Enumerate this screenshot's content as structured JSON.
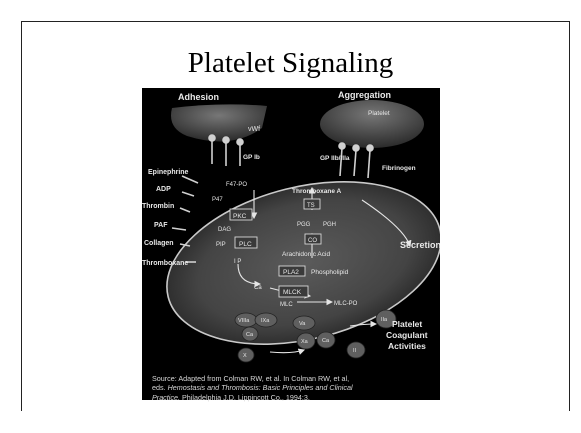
{
  "slide": {
    "title": "Platelet Signaling"
  },
  "diagram": {
    "headings": {
      "adhesion": "Adhesion",
      "aggregation": "Aggregation"
    },
    "receptors": {
      "vwf": "vWf",
      "gp_ib": "GP Ib",
      "platelet": "Platelet",
      "gp_iib_iiia": "GP IIb/IIIa",
      "fibrinogen": "Fibrinogen"
    },
    "agonists": [
      "Epinephrine",
      "ADP",
      "Thrombin",
      "PAF",
      "Collagen",
      "Thromboxane"
    ],
    "internal": {
      "f47_po4": "F47-PO",
      "p47": "P47",
      "pkc": "PKC",
      "dag": "DAG",
      "pip2": "PIP",
      "plc": "PLC",
      "ip3": "I P",
      "ca": "Ca",
      "thromboxane_a2": "Thromboxane A",
      "ts": "TS",
      "pgg2": "PGG",
      "pgh2": "PGH",
      "co": "CO",
      "arachidonic_acid": "Arachidonic Acid",
      "pla2": "PLA2",
      "phospholipid": "Phospholipid",
      "mlck": "MLCK",
      "mlc": "MLC",
      "mlc_po4": "MLC-PO"
    },
    "secretion": "Secretion",
    "coagulation": {
      "factors": [
        "VIIIa",
        "IXa",
        "Ca",
        "Va",
        "Xa",
        "Ca",
        "IIa",
        "X",
        "II"
      ],
      "label_lines": [
        "Platelet",
        "Coagulant",
        "Activities"
      ]
    },
    "source": {
      "line1": "Source: Adapted from Colman RW, et al.  In Colman RW, et al,",
      "line2_plain": "eds. ",
      "line2_italic": "Hemostasis and Thrombosis: Basic Principles and Clinical",
      "line3_italic": "Practice.",
      "line3_plain": " Philadelphia J.D. Lippincott Co., 1994:3."
    }
  }
}
